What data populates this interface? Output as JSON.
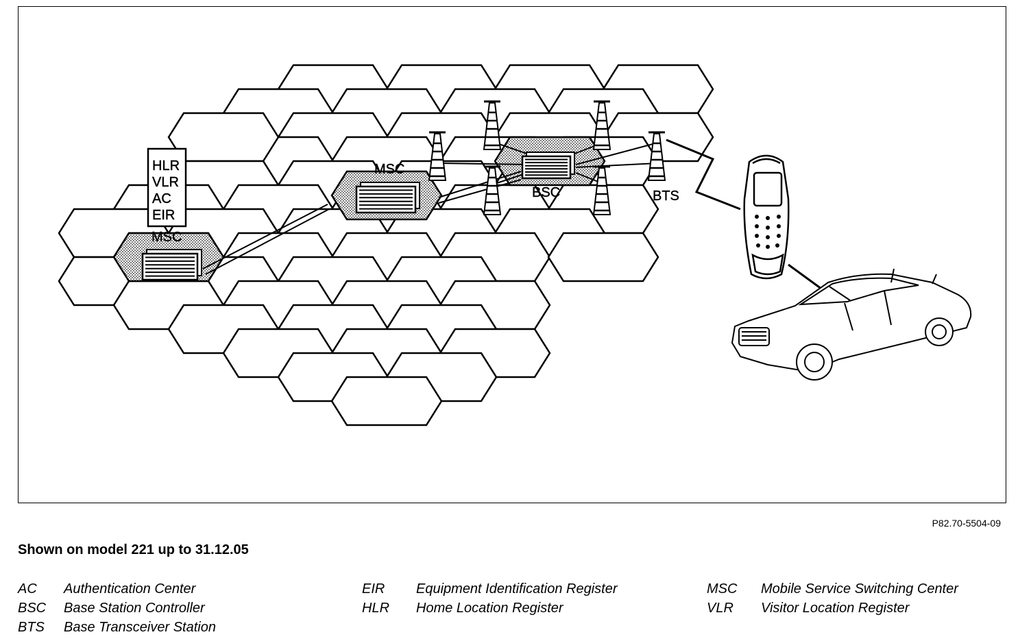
{
  "diagram": {
    "labels": {
      "registers": [
        "HLR",
        "VLR",
        "AC",
        "EIR"
      ],
      "msc_left": "MSC",
      "msc_center": "MSC",
      "bsc": "BSC",
      "bts": "BTS"
    },
    "colors": {
      "line": "#000000",
      "fill": "#ffffff",
      "shade": "#9a9a9a"
    }
  },
  "figure_id": "P82.70-5504-09",
  "caption": "Shown on model 221 up to 31.12.05",
  "legend": [
    {
      "abbr": "AC",
      "def": "Authentication Center"
    },
    {
      "abbr": "BSC",
      "def": "Base Station Controller"
    },
    {
      "abbr": "BTS",
      "def": "Base Transceiver Station"
    },
    {
      "abbr": "EIR",
      "def": "Equipment Identification Register"
    },
    {
      "abbr": "HLR",
      "def": "Home Location Register"
    },
    {
      "abbr": "MSC",
      "def": "Mobile Service Switching Center"
    },
    {
      "abbr": "VLR",
      "def": "Visitor Location Register"
    }
  ]
}
